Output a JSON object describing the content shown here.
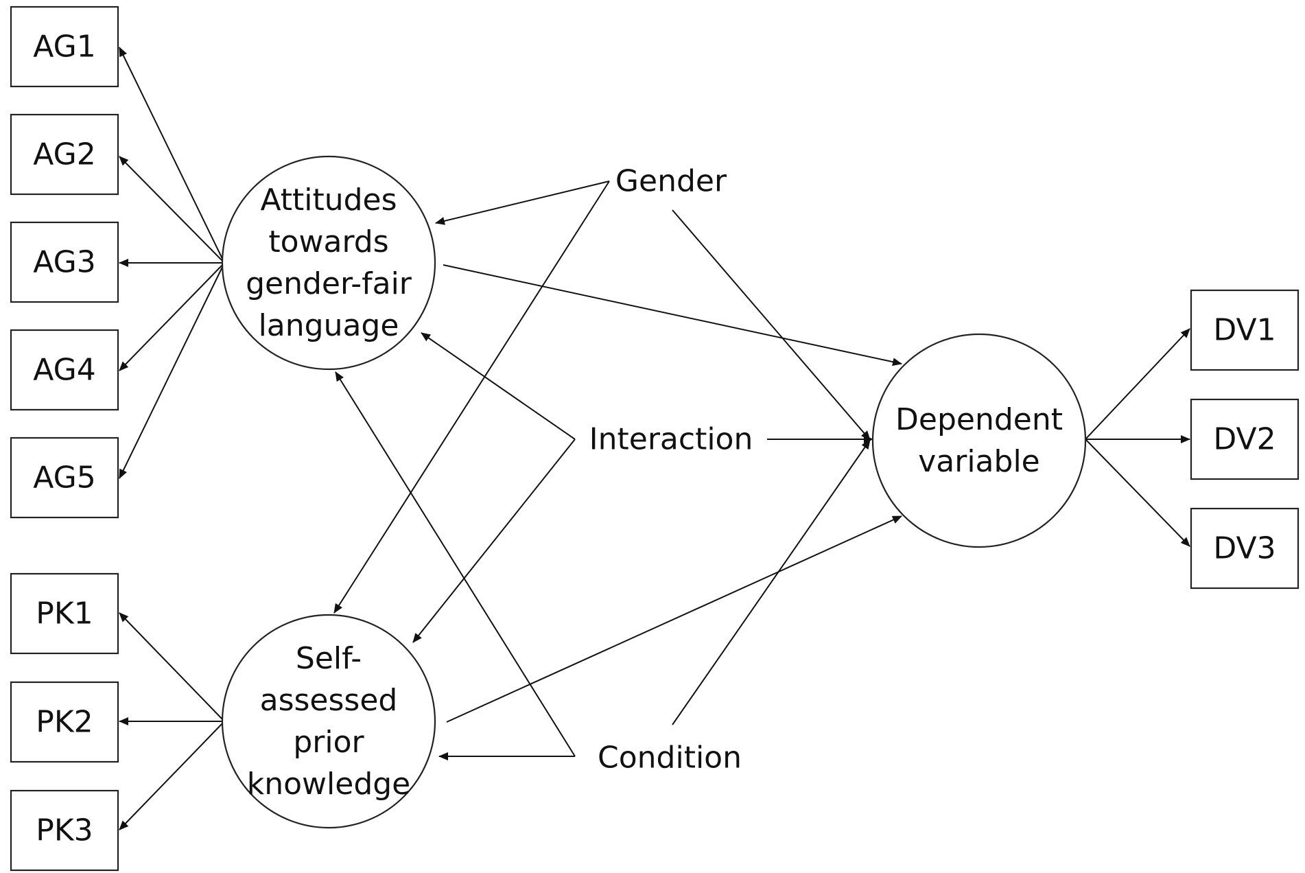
{
  "indicators": [
    {
      "id": "AG1",
      "label": "AG1"
    },
    {
      "id": "AG2",
      "label": "AG2"
    },
    {
      "id": "AG3",
      "label": "AG3"
    },
    {
      "id": "AG4",
      "label": "AG4"
    },
    {
      "id": "AG5",
      "label": "AG5"
    },
    {
      "id": "PK1",
      "label": "PK1"
    },
    {
      "id": "PK2",
      "label": "PK2"
    },
    {
      "id": "PK3",
      "label": "PK3"
    },
    {
      "id": "DV1",
      "label": "DV1"
    },
    {
      "id": "DV2",
      "label": "DV2"
    },
    {
      "id": "DV3",
      "label": "DV3"
    }
  ],
  "latents": [
    {
      "id": "attitudes",
      "lines": [
        "Attitudes",
        "towards",
        "gender-fair",
        "language"
      ]
    },
    {
      "id": "prior",
      "lines": [
        "Self-",
        "assessed",
        "prior",
        "knowledge"
      ]
    },
    {
      "id": "dependent",
      "lines": [
        "Dependent",
        "variable"
      ]
    }
  ],
  "observed": [
    {
      "id": "gender",
      "label": "Gender"
    },
    {
      "id": "interaction",
      "label": "Interaction"
    },
    {
      "id": "condition",
      "label": "Condition"
    }
  ],
  "paths": [
    {
      "from": "attitudes",
      "to": "AG1"
    },
    {
      "from": "attitudes",
      "to": "AG2"
    },
    {
      "from": "attitudes",
      "to": "AG3"
    },
    {
      "from": "attitudes",
      "to": "AG4"
    },
    {
      "from": "attitudes",
      "to": "AG5"
    },
    {
      "from": "prior",
      "to": "PK1"
    },
    {
      "from": "prior",
      "to": "PK2"
    },
    {
      "from": "prior",
      "to": "PK3"
    },
    {
      "from": "dependent",
      "to": "DV1"
    },
    {
      "from": "dependent",
      "to": "DV2"
    },
    {
      "from": "dependent",
      "to": "DV3"
    },
    {
      "from": "gender",
      "to": "attitudes"
    },
    {
      "from": "gender",
      "to": "prior"
    },
    {
      "from": "gender",
      "to": "dependent"
    },
    {
      "from": "interaction",
      "to": "attitudes"
    },
    {
      "from": "interaction",
      "to": "prior"
    },
    {
      "from": "interaction",
      "to": "dependent"
    },
    {
      "from": "condition",
      "to": "attitudes"
    },
    {
      "from": "condition",
      "to": "prior"
    },
    {
      "from": "condition",
      "to": "dependent"
    },
    {
      "from": "attitudes",
      "to": "dependent"
    },
    {
      "from": "prior",
      "to": "dependent"
    }
  ]
}
